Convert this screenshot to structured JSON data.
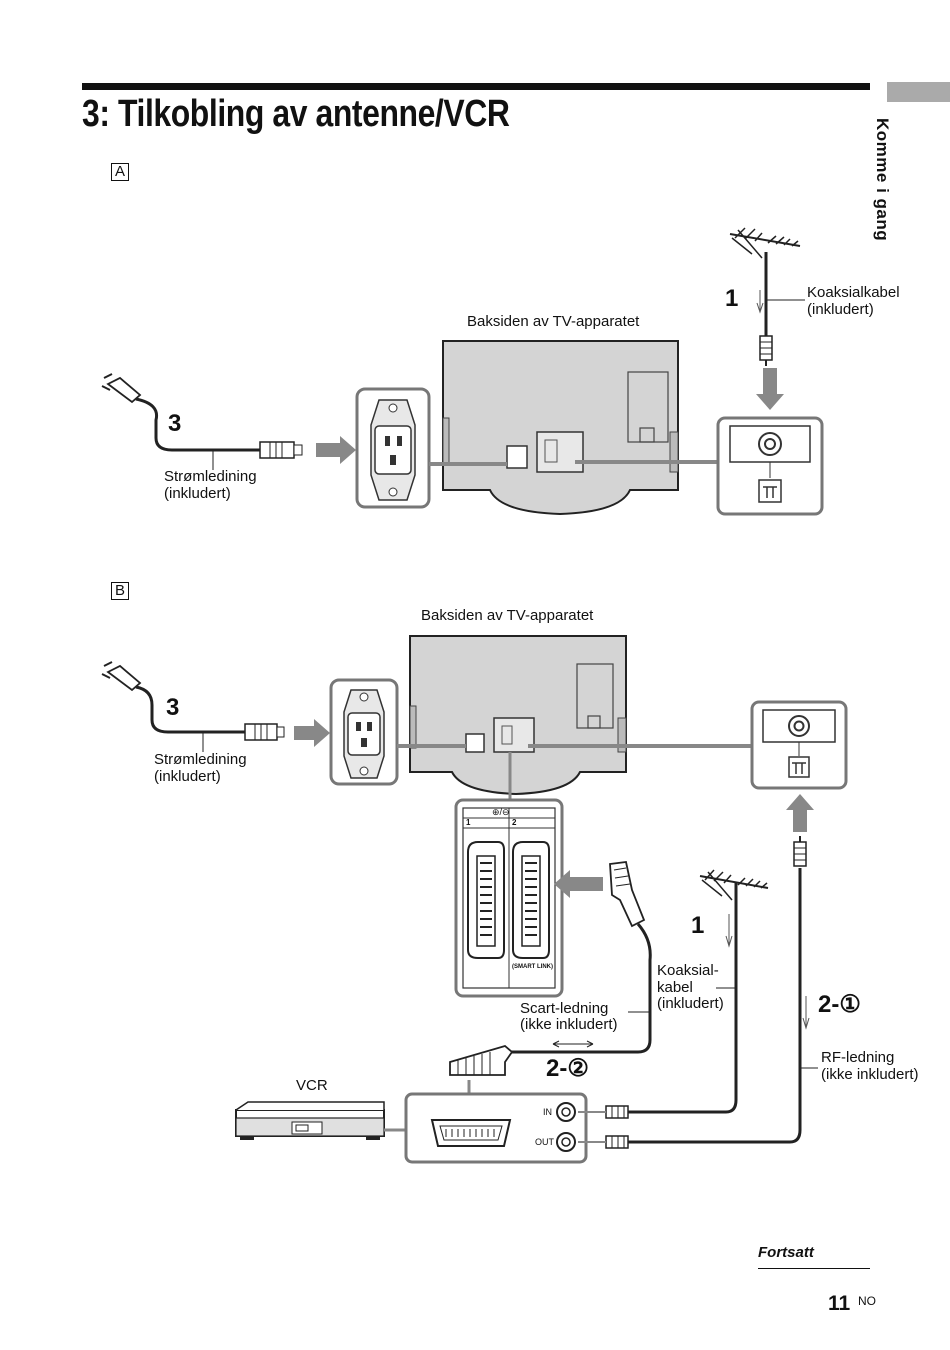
{
  "header": {
    "title": "3: Tilkobling av antenne/VCR"
  },
  "side_tab": {
    "label": "Komme i gang"
  },
  "section_a": {
    "letter": "A",
    "tv_back_label": "Baksiden av TV-apparatet",
    "step_power": "3",
    "power_cord_label_1": "Strømledining",
    "power_cord_label_2": "(inkludert)",
    "step_antenna": "1",
    "coax_label_1": "Koaksialkabel",
    "coax_label_2": "(inkludert)"
  },
  "section_b": {
    "letter": "B",
    "tv_back_label": "Baksiden av TV-apparatet",
    "step_power": "3",
    "power_cord_label_1": "Strømledining",
    "power_cord_label_2": "(inkludert)",
    "scart_port_1": "1",
    "scart_port_2": "2",
    "smart_link": "(SMART LINK)",
    "scart_symbol": "⊕/⊖",
    "step_antenna": "1",
    "coax_label_1": "Koaksial-",
    "coax_label_2": "kabel",
    "coax_label_3": "(inkludert)",
    "step_rf": "2-①",
    "rf_label_1": "RF-ledning",
    "rf_label_2": "(ikke inkludert)",
    "scart_label_1": "Scart-ledning",
    "scart_label_2": "(ikke inkludert)",
    "step_scart": "2-②",
    "vcr_label": "VCR",
    "vcr_in": "IN",
    "vcr_out": "OUT",
    "antenna_symbol": "⊤"
  },
  "footer": {
    "continued": "Fortsatt",
    "page_number": "11",
    "page_suffix": "NO"
  }
}
